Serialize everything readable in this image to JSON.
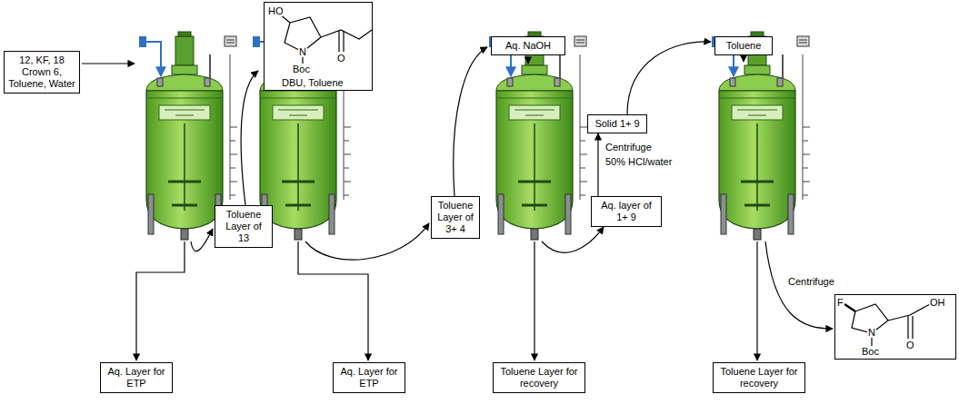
{
  "diagram": {
    "nodes": [
      {
        "text": [
          "12, KF, 18 Crown 6, Toluene, Water"
        ]
      },
      {
        "text": [
          "HO",
          "N",
          "Boc",
          "O",
          "DBU, Toluene"
        ]
      },
      {
        "text": [
          "Aq. NaOH"
        ]
      },
      {
        "text": [
          "Solid 1+ 9"
        ]
      },
      {
        "text": [
          "Toluene"
        ]
      },
      {
        "text": [
          "Toluene Layer of 13"
        ]
      },
      {
        "text": [
          "Toluene Layer of 3+ 4"
        ]
      },
      {
        "text": [
          "Aq. layer of 1+ 9"
        ]
      },
      {
        "text": [
          "F",
          "N",
          "Boc",
          "O",
          "OH"
        ]
      },
      {
        "text": [
          "Aq. Layer for ETP"
        ]
      },
      {
        "text": [
          "Aq. Layer for ETP"
        ]
      },
      {
        "text": [
          "Toluene Layer for recovery"
        ]
      },
      {
        "text": [
          "Toluene Layer for recovery"
        ]
      }
    ],
    "edges": [
      {
        "from": 7,
        "to": 3,
        "arrow": "to"
      }
    ],
    "labels": [
      "Centrifuge",
      "50% HCl/water",
      "Centrifuge"
    ]
  }
}
